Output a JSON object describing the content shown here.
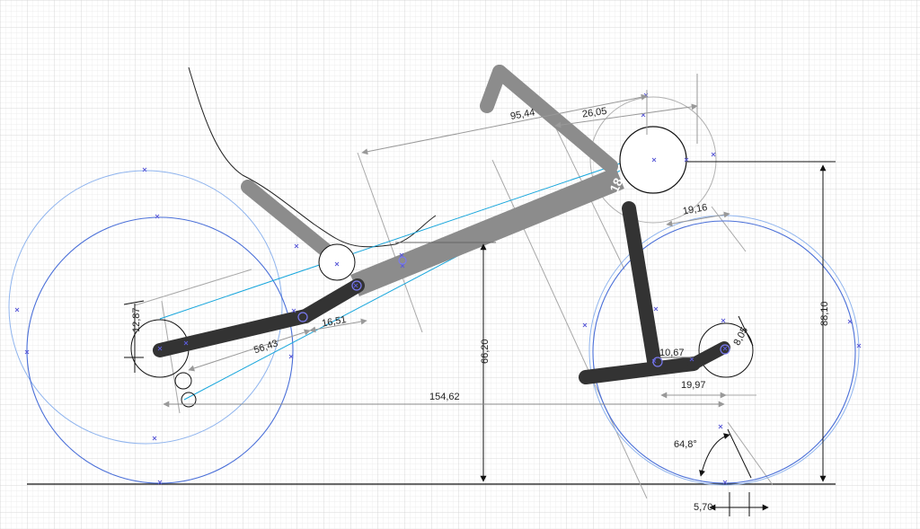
{
  "drawing": {
    "colors": {
      "frame_dark": "#333333",
      "frame_grey": "#8c8c8c",
      "wheel_blue": "#4a6fd8",
      "wheel_light": "#8fb4ee",
      "chain_cyan": "#17a6dc",
      "construction": "#a8a8a8",
      "dimension": "#111111",
      "grid_minor": "#e8e8e8",
      "grid_major": "#d2d2d2"
    },
    "dimensions": {
      "d_95_44": "95,44",
      "d_26_05": "26,05",
      "d_19_16": "19,16",
      "d_12_87": "12,87",
      "d_56_43": "56,43",
      "d_16_51": "16,51",
      "d_66_20": "66,20",
      "d_154_62": "154,62",
      "d_88_10": "88,10",
      "d_10_67": "10,67",
      "d_8_05": "8,05",
      "d_19_97": "19,97",
      "d_5_70": "5,70"
    },
    "angle_label": "64,8°",
    "frame_label": "18"
  }
}
